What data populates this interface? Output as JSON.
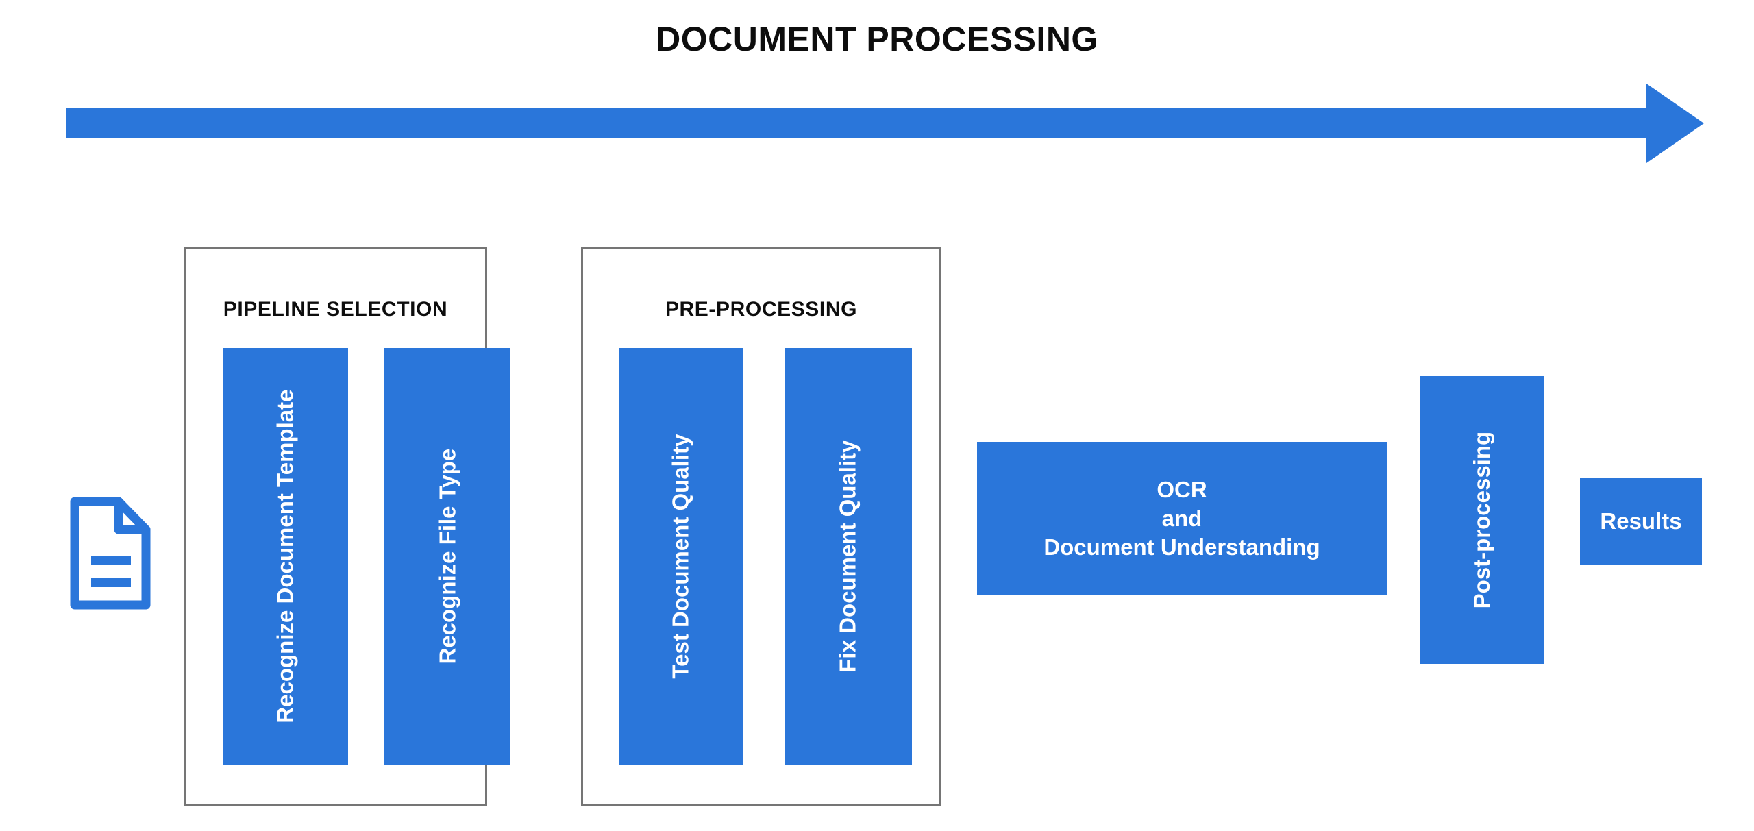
{
  "diagram": {
    "title": "DOCUMENT PROCESSING",
    "flow_arrow_label": "left-to-right-flow-arrow",
    "colors": {
      "accent_blue": "#2a76da",
      "group_border_gray": "#757575",
      "title_black": "#0d0d0d",
      "block_text_white": "#ffffff",
      "background": "#ffffff"
    }
  },
  "input": {
    "icon": "document-file-icon"
  },
  "groups": [
    {
      "id": "pipeline-selection",
      "title": "PIPELINE SELECTION",
      "blocks": [
        {
          "id": "recognize-document-template",
          "label": "Recognize Document Template",
          "orientation": "vertical"
        },
        {
          "id": "recognize-file-type",
          "label": "Recognize File Type",
          "orientation": "vertical"
        }
      ]
    },
    {
      "id": "pre-processing",
      "title": "PRE-PROCESSING",
      "blocks": [
        {
          "id": "test-document-quality",
          "label": "Test Document Quality",
          "orientation": "vertical"
        },
        {
          "id": "fix-document-quality",
          "label": "Fix Document Quality",
          "orientation": "vertical"
        }
      ]
    }
  ],
  "stages": {
    "ocr": {
      "id": "ocr",
      "line1": "OCR",
      "line2": "and",
      "line3": "Document Understanding",
      "orientation": "horizontal"
    },
    "post_processing": {
      "id": "post-processing",
      "label": "Post-processing",
      "orientation": "vertical"
    },
    "results": {
      "id": "results",
      "label": "Results",
      "orientation": "horizontal"
    }
  }
}
